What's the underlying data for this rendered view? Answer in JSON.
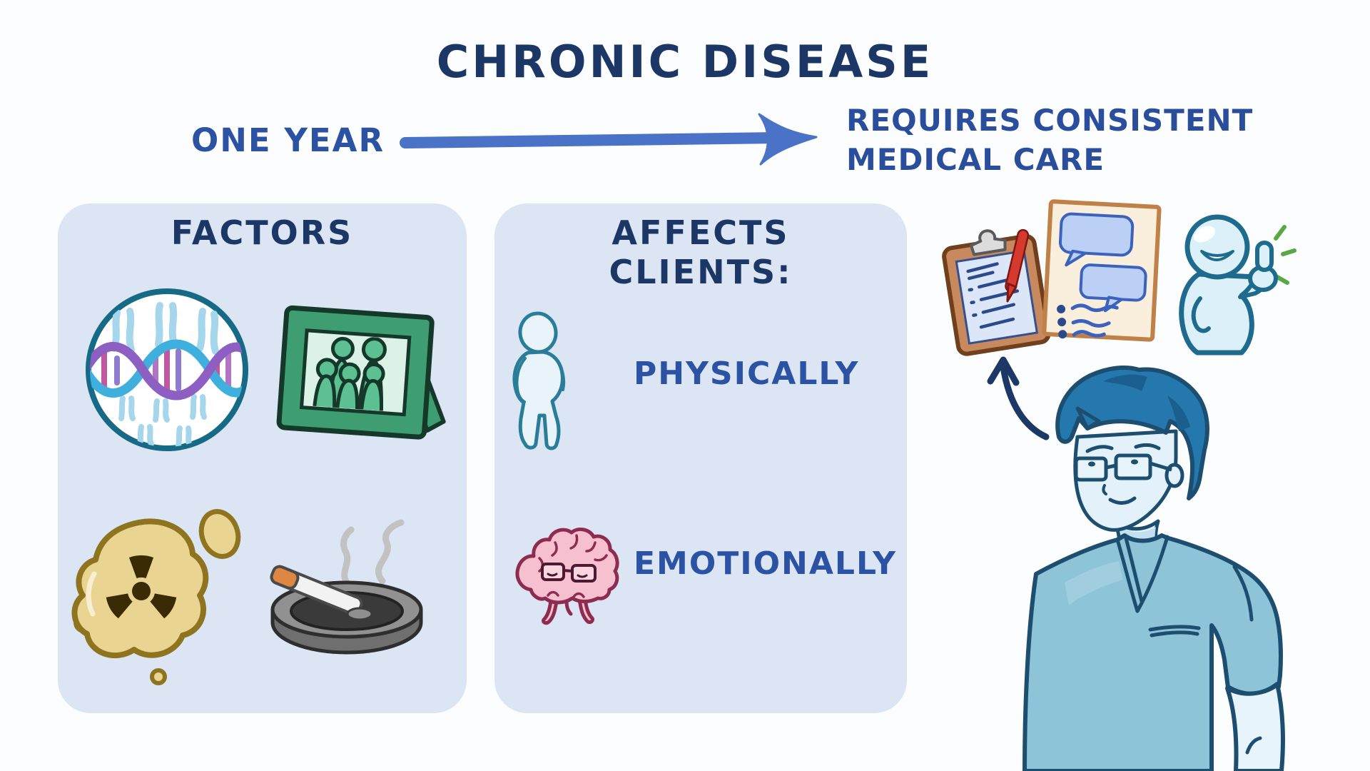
{
  "illustration": {
    "title": "CHRONIC DISEASE",
    "timeline": {
      "duration_label": "ONE YEAR",
      "result_line1": "REQUIRES CONSISTENT",
      "result_line2": "MEDICAL CARE"
    },
    "factors_panel": {
      "heading": "FACTORS",
      "icons": [
        "genetics-icon",
        "family-photo-icon",
        "radiation-icon",
        "smoking-icon"
      ]
    },
    "affects_panel": {
      "heading_line1": "AFFECTS",
      "heading_line2": "CLIENTS:",
      "items": [
        {
          "icon": "client-body-icon",
          "label": "PHYSICALLY"
        },
        {
          "icon": "sad-brain-icon",
          "label": "EMOTIONALLY"
        }
      ]
    },
    "care_icons": [
      "care-plan-clipboard-icon",
      "communication-document-icon",
      "thumbs-up-client-icon",
      "up-arrow-icon",
      "nurse-illustration"
    ],
    "colors": {
      "heading_navy": "#1c3766",
      "label_blue": "#2c52a3",
      "arrow_blue": "#4a73c8",
      "panel_bg": "#dbe5f4",
      "background": "#fcfdfe",
      "outline_teal": "#1d4e70",
      "scrub_blue": "#8ec4d8",
      "hair_blue": "#2478ad",
      "brain_pink": "#f7c0d1",
      "frame_green": "#3f9d72",
      "blob_tan": "#ead492",
      "clipboard_brown": "#c9895e",
      "pen_red": "#d63a2e",
      "thumbs_green": "#5aa845"
    }
  }
}
